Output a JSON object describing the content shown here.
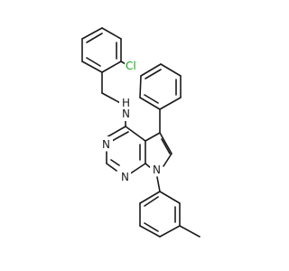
{
  "molecule": {
    "atom_labels": {
      "chlorine": "Cl",
      "amine_n": "N",
      "amine_h": "H",
      "pyrimidine_n1": "N",
      "pyrimidine_n2": "N",
      "pyrrole_n": "N"
    },
    "colors": {
      "bond": "#1a1a1a",
      "chlorine": "#1f9e1f",
      "nitrogen": "#1a1a1a",
      "background": "#ffffff"
    }
  }
}
